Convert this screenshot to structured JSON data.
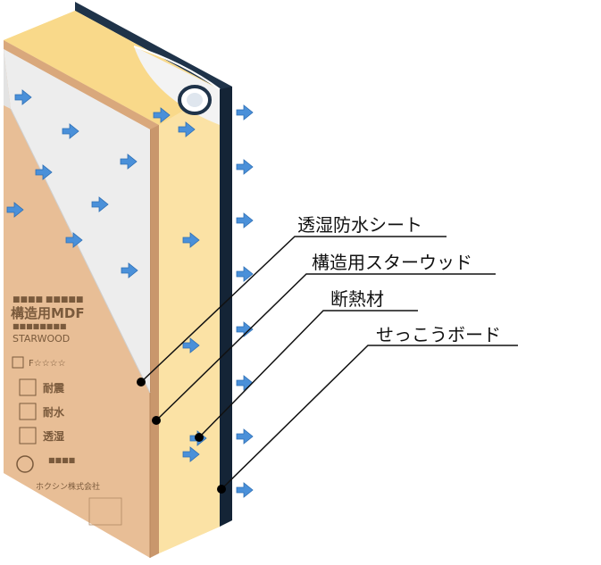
{
  "diagram": {
    "layers": [
      {
        "id": "moisture-barrier",
        "label": "透湿防水シート"
      },
      {
        "id": "structural-plywood",
        "label": "構造用スターウッド"
      },
      {
        "id": "insulation",
        "label": "断熱材"
      },
      {
        "id": "gypsum-board",
        "label": "せっこうボード"
      }
    ],
    "colors": {
      "insulation": "#FCE3A0",
      "mdf": "#E8BE96",
      "sheet": "#EDEDED",
      "gypsum_edge": "#1F3349",
      "arrow": "#4A90D9"
    },
    "icons": [
      "airflow-arrow-icon"
    ],
    "mdf_panel_print": {
      "product_name": "構造用MDF",
      "brand": "STARWOOD",
      "features": [
        "耐震",
        "耐水",
        "透湿"
      ],
      "company": "ホクシン株式会社"
    }
  }
}
